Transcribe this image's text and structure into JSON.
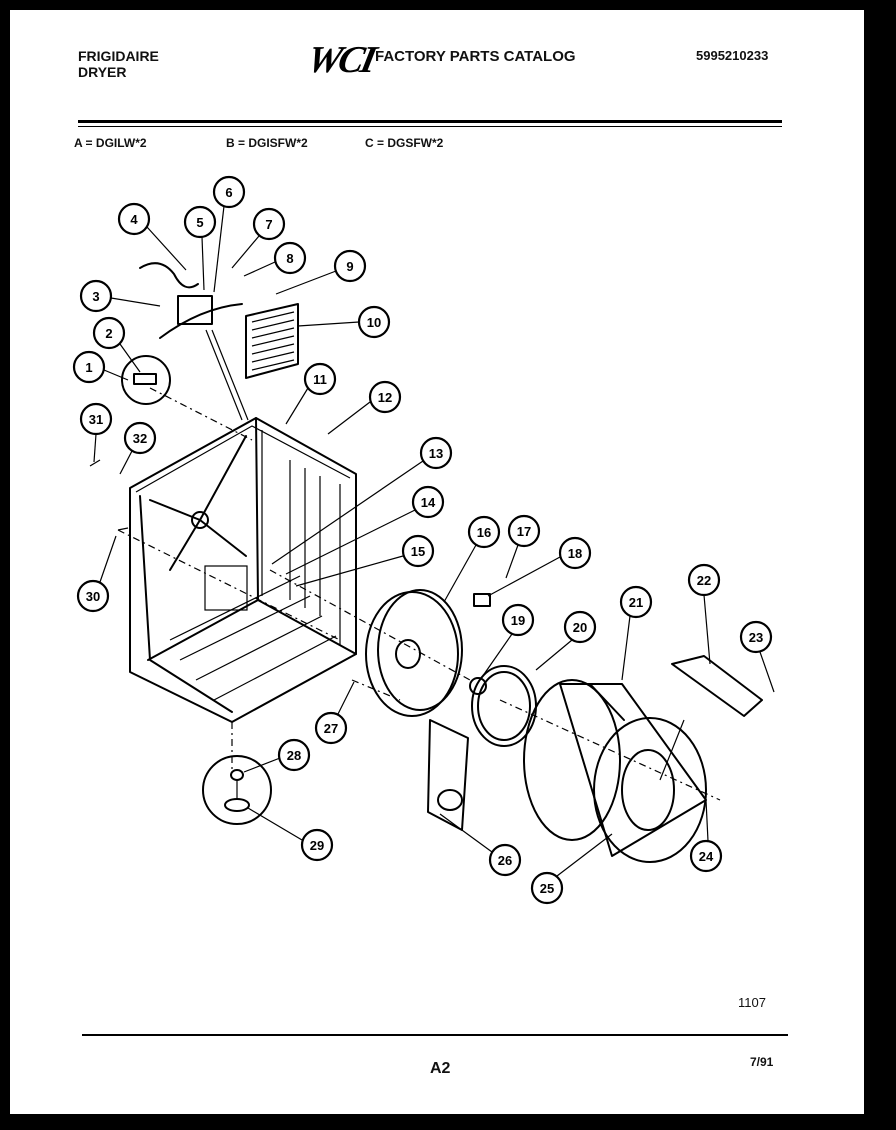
{
  "header": {
    "brand_line1": "FRIGIDAIRE",
    "brand_line2": "DRYER",
    "logo_text": "WCI",
    "catalog_title": "FACTORY PARTS CATALOG",
    "catalog_number": "5995210233"
  },
  "models": [
    {
      "label": "A = DGILW*2"
    },
    {
      "label": "B = DGISFW*2"
    },
    {
      "label": "C = DGSFW*2"
    }
  ],
  "footer": {
    "figure_number": "1107",
    "page": "A2",
    "date": "7/91"
  },
  "callouts": [
    "1",
    "2",
    "3",
    "4",
    "5",
    "6",
    "7",
    "8",
    "9",
    "10",
    "11",
    "12",
    "13",
    "14",
    "15",
    "16",
    "17",
    "18",
    "19",
    "20",
    "21",
    "22",
    "23",
    "24",
    "25",
    "26",
    "27",
    "28",
    "29",
    "30",
    "31",
    "32"
  ]
}
